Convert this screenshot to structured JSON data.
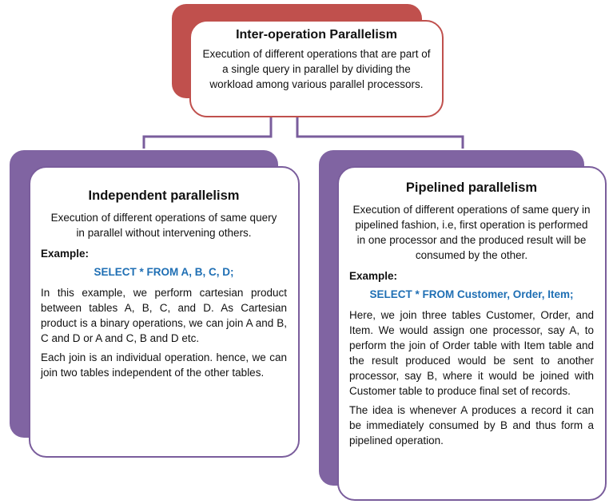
{
  "top": {
    "title": "Inter-operation Parallelism",
    "description": "Execution of different operations that are part of a single query in parallel by dividing the workload among various parallel processors."
  },
  "left": {
    "title": "Independent parallelism",
    "description": "Execution of different operations of same query in parallel without intervening others.",
    "example_label": "Example:",
    "sql": "SELECT * FROM A, B, C, D;",
    "paragraph1": "In this example, we perform cartesian product between tables A, B, C, and D. As Cartesian product is a binary operations, we can join A and B, C and D or A and C, B and D etc.",
    "paragraph2": "Each join is an individual operation. hence, we can join two tables independent of the other tables."
  },
  "right": {
    "title": "Pipelined parallelism",
    "description": "Execution of different operations of same query in pipelined fashion, i.e, first operation is performed in one processor and the produced result will be consumed by the other.",
    "example_label": "Example:",
    "sql": "SELECT * FROM Customer, Order, Item;",
    "paragraph1": "Here, we join three tables Customer, Order, and Item. We would assign one processor, say A, to perform the join of Order table with Item table and the result produced would be sent to another processor, say B, where it would be joined with Customer table to produce final set of records.",
    "paragraph2": "The idea is whenever A produces a record it can be immediately consumed by B and thus form a pipelined operation."
  },
  "colors": {
    "top_back": "#c0504d",
    "top_border": "#c0504d",
    "side_back": "#8064a2",
    "side_border": "#7a5d9c",
    "sql_text": "#1f6fb4"
  }
}
